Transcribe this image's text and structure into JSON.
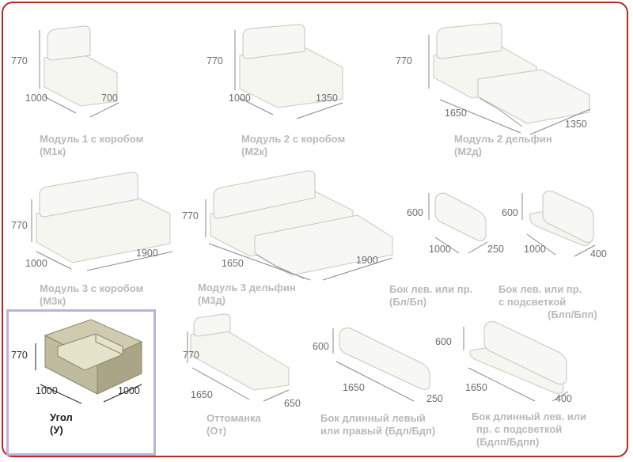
{
  "modules": [
    {
      "id": "m1k",
      "name_line1": "Модуль 1 с коробом",
      "name_line2": "(М1к)",
      "height": "770",
      "depth": "1000",
      "width": "700"
    },
    {
      "id": "m2k",
      "name_line1": "Модуль 2 с коробом",
      "name_line2": "(М2к)",
      "height": "770",
      "depth": "1000",
      "width": "1350"
    },
    {
      "id": "m2d",
      "name_line1": "Модуль 2 дельфин",
      "name_line2": "(М2д)",
      "height": "770",
      "depth": "1650",
      "width": "1350"
    },
    {
      "id": "m3k",
      "name_line1": "Модуль 3 с коробом",
      "name_line2": "(М3к)",
      "height": "770",
      "depth": "1000",
      "width": "1900"
    },
    {
      "id": "m3d",
      "name_line1": "Модуль 3 дельфин",
      "name_line2": "(М3д)",
      "height": "770",
      "depth": "1650",
      "width": "1900"
    },
    {
      "id": "bl",
      "name_line1": "Бок лев. или пр.",
      "name_line2": "(Бл/Бп)",
      "height": "600",
      "depth": "1000",
      "width": "250"
    },
    {
      "id": "blp",
      "name_line1": "Бок лев. или пр.",
      "name_line2": "с подсветкой",
      "name_line3": "(Блп/Бпп)",
      "height": "600",
      "depth": "1000",
      "width": "400"
    },
    {
      "id": "u",
      "name_line1": "Угол",
      "name_line2": "(У)",
      "height": "770",
      "depth": "1000",
      "width": "1000"
    },
    {
      "id": "ot",
      "name_line1": "Оттоманка",
      "name_line2": "(От)",
      "height": "770",
      "depth": "1650",
      "width": "650"
    },
    {
      "id": "bdl",
      "name_line1": "Бок длинный левый",
      "name_line2": "или правый (Бдл/Бдп)",
      "height": "600",
      "depth": "1650",
      "width": "250"
    },
    {
      "id": "bdlp",
      "name_line1": "Бок длинный лев. или",
      "name_line2": "пр. с подсветкой",
      "name_line3": "(Бдлп/Бдпп)",
      "height": "600",
      "depth": "1650",
      "width": "400"
    }
  ],
  "colors": {
    "frame": "#b8262a",
    "selected_border": "#bbb3d9",
    "caption": "#b9b9b9",
    "selected_caption": "#1a1a1a",
    "sofa_fill": "#f4f4ef",
    "corner_fill": "#d9d6bd"
  },
  "selected": "u"
}
